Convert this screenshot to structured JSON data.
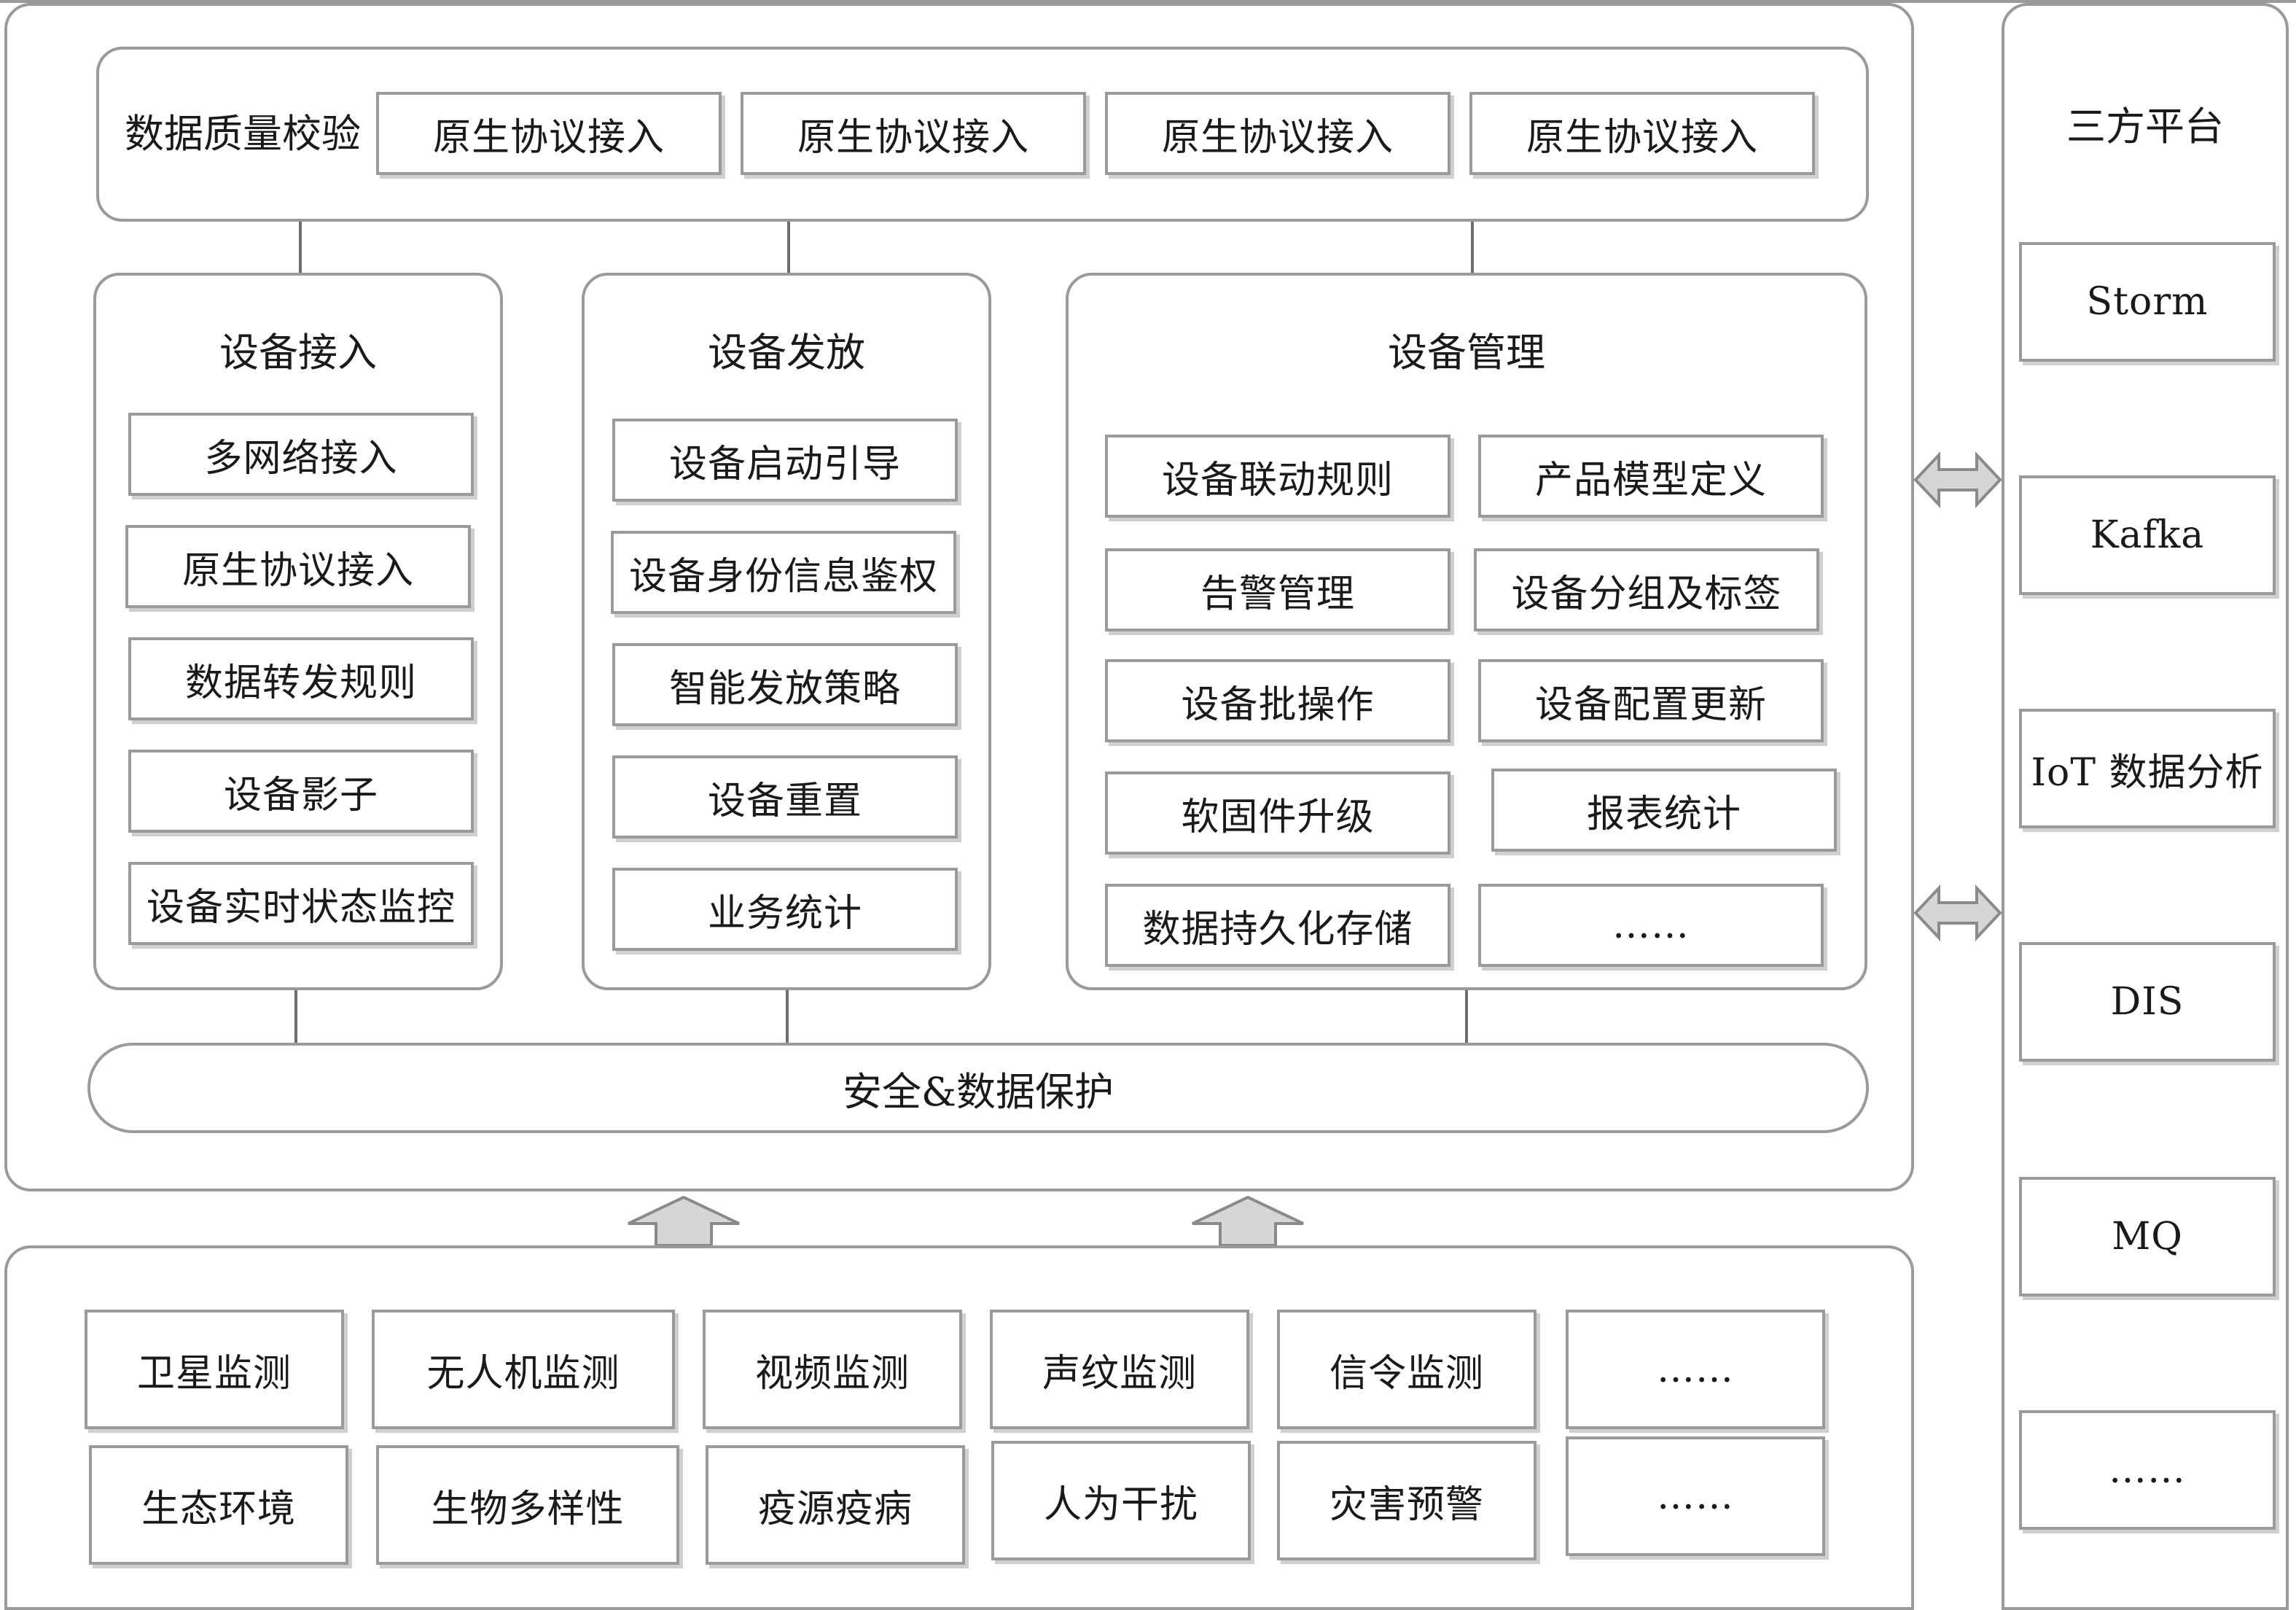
{
  "top_row": {
    "label": "数据质量校验",
    "items": [
      "原生协议接入",
      "原生协议接入",
      "原生协议接入",
      "原生协议接入"
    ]
  },
  "device_access": {
    "title": "设备接入",
    "items": [
      "多网络接入",
      "原生协议接入",
      "数据转发规则",
      "设备影子",
      "设备实时状态监控"
    ]
  },
  "device_provision": {
    "title": "设备发放",
    "items": [
      "设备启动引导",
      "设备身份信息鉴权",
      "智能发放策略",
      "设备重置",
      "业务统计"
    ]
  },
  "device_management": {
    "title": "设备管理",
    "items": [
      "设备联动规则",
      "产品模型定义",
      "告警管理",
      "设备分组及标签",
      "设备批操作",
      "设备配置更新",
      "软固件升级",
      "报表统计",
      "数据持久化存储",
      "……"
    ]
  },
  "security": {
    "label": "安全&数据保护"
  },
  "sources": {
    "row1": [
      "卫星监测",
      "无人机监测",
      "视频监测",
      "声纹监测",
      "信令监测",
      "……"
    ],
    "row2": [
      "生态环境",
      "生物多样性",
      "疫源疫病",
      "人为干扰",
      "灾害预警",
      "……"
    ]
  },
  "third_party": {
    "title": "三方平台",
    "items": [
      "Storm",
      "Kafka",
      "IoT 数据分析",
      "DIS",
      "MQ",
      "……"
    ]
  },
  "colors": {
    "border": "#9a9a9a",
    "arrow_fill": "#d6d6d6",
    "connector": "#6e6e6e"
  }
}
